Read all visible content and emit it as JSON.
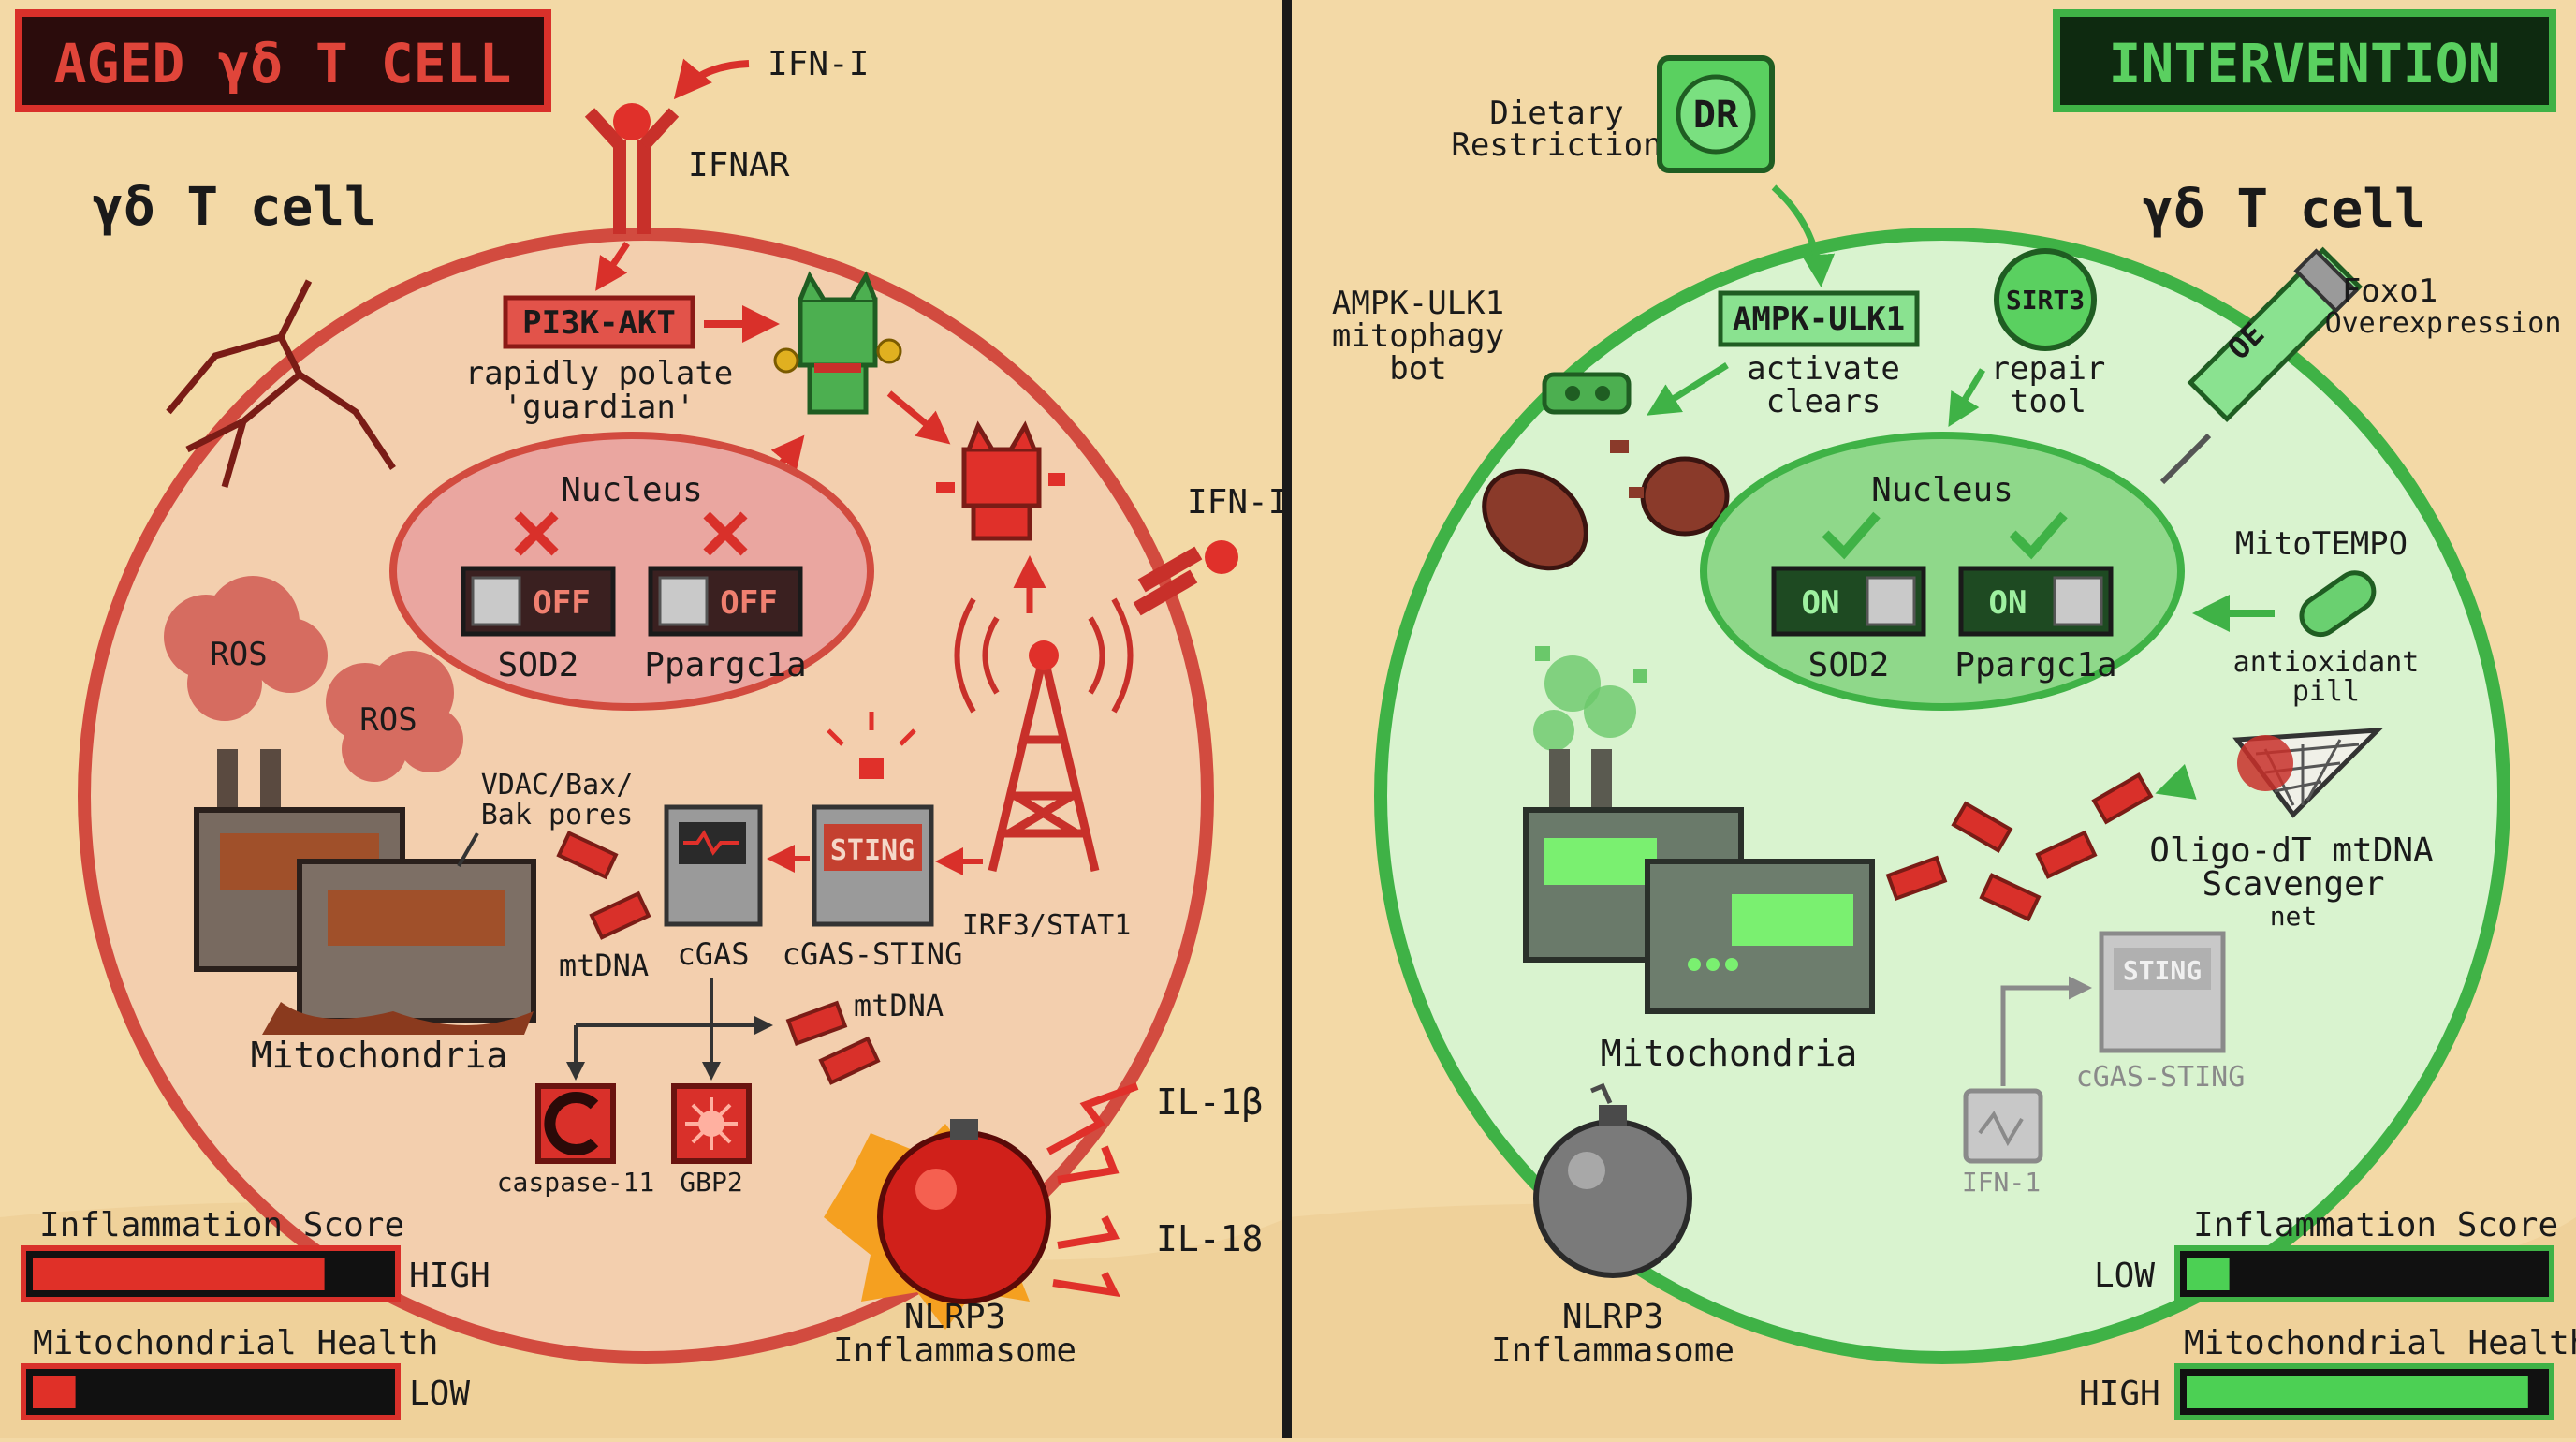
{
  "colors": {
    "background": "#f3d9a6",
    "aged_red": "#d9302a",
    "aged_membrane": "#d24b3f",
    "aged_cytoplasm": "#f3cfae",
    "intervention_green": "#3fb246",
    "intervention_cytoplasm": "#d9f3cf",
    "text": "#1a1a1a",
    "grey": "#8a8a8a"
  },
  "left": {
    "banner": "AGED γδ T CELL",
    "cell_label": "γδ T cell",
    "ifn_top": "IFN-I",
    "ifnar": "IFNAR",
    "pi3k": "PI3K-AKT",
    "pi3k_desc": [
      "rapidly polate",
      "'guardian'"
    ],
    "nucleus": "Nucleus",
    "switch_sod2_state": "OFF",
    "switch_ppargc_state": "OFF",
    "sod2": "SOD2",
    "ppargc": "Ppargc1a",
    "ros1": "ROS",
    "ros2": "ROS",
    "ifn_side": "IFN-I",
    "vdac": [
      "VDAC/Bax/",
      "Bak pores"
    ],
    "sting_screen": "STING",
    "mtdna1": "mtDNA",
    "cgas": "cGAS",
    "cgas_sting": "cGAS-STING",
    "irf": "IRF3/STAT1",
    "mito": "Mitochondria",
    "mtdna2": "mtDNA",
    "caspase": "caspase-11",
    "gbp2": "GBP2",
    "il1b": "IL-1β",
    "il18": "IL-18",
    "nlrp3": [
      "NLRP3",
      "Inflammasome"
    ],
    "score_inflam_label": "Inflammation Score",
    "score_inflam_level": "HIGH",
    "score_inflam_value": 0.82,
    "score_mito_label": "Mitochondrial Health",
    "score_mito_level": "LOW",
    "score_mito_value": 0.12
  },
  "right": {
    "banner": "INTERVENTION",
    "cell_label": "γδ T cell",
    "dietary": [
      "Dietary",
      "Restriction"
    ],
    "dr_badge": "DR",
    "ampk_left": [
      "AMPK-ULK1",
      "mitophagy",
      "bot"
    ],
    "ampk_box": "AMPK-ULK1",
    "ampk_desc": [
      "activate",
      "clears"
    ],
    "sirt3": "SIRT3",
    "sirt3_desc": [
      "repair",
      "tool"
    ],
    "foxo1": [
      "Foxo1",
      "Overexpression"
    ],
    "oe": "OE",
    "nucleus": "Nucleus",
    "switch_sod2_state": "ON",
    "switch_ppargc_state": "ON",
    "sod2": "SOD2",
    "ppargc": "Ppargc1a",
    "mitotempo": "MitoTEMPO",
    "antioxidant": [
      "antioxidant",
      "pill"
    ],
    "oligo": [
      "Oligo-dT mtDNA",
      "Scavenger",
      "net"
    ],
    "mito": "Mitochondria",
    "sting_screen": "STING",
    "cgas_sting": "cGAS-STING",
    "ifn": "IFN-1",
    "nlrp3": [
      "NLRP3",
      "Inflammasome"
    ],
    "score_inflam_label": "Inflammation Score",
    "score_inflam_level": "LOW",
    "score_inflam_value": 0.12,
    "score_mito_label": "Mitochondrial Health",
    "score_mito_level": "HIGH",
    "score_mito_value": 0.96
  }
}
